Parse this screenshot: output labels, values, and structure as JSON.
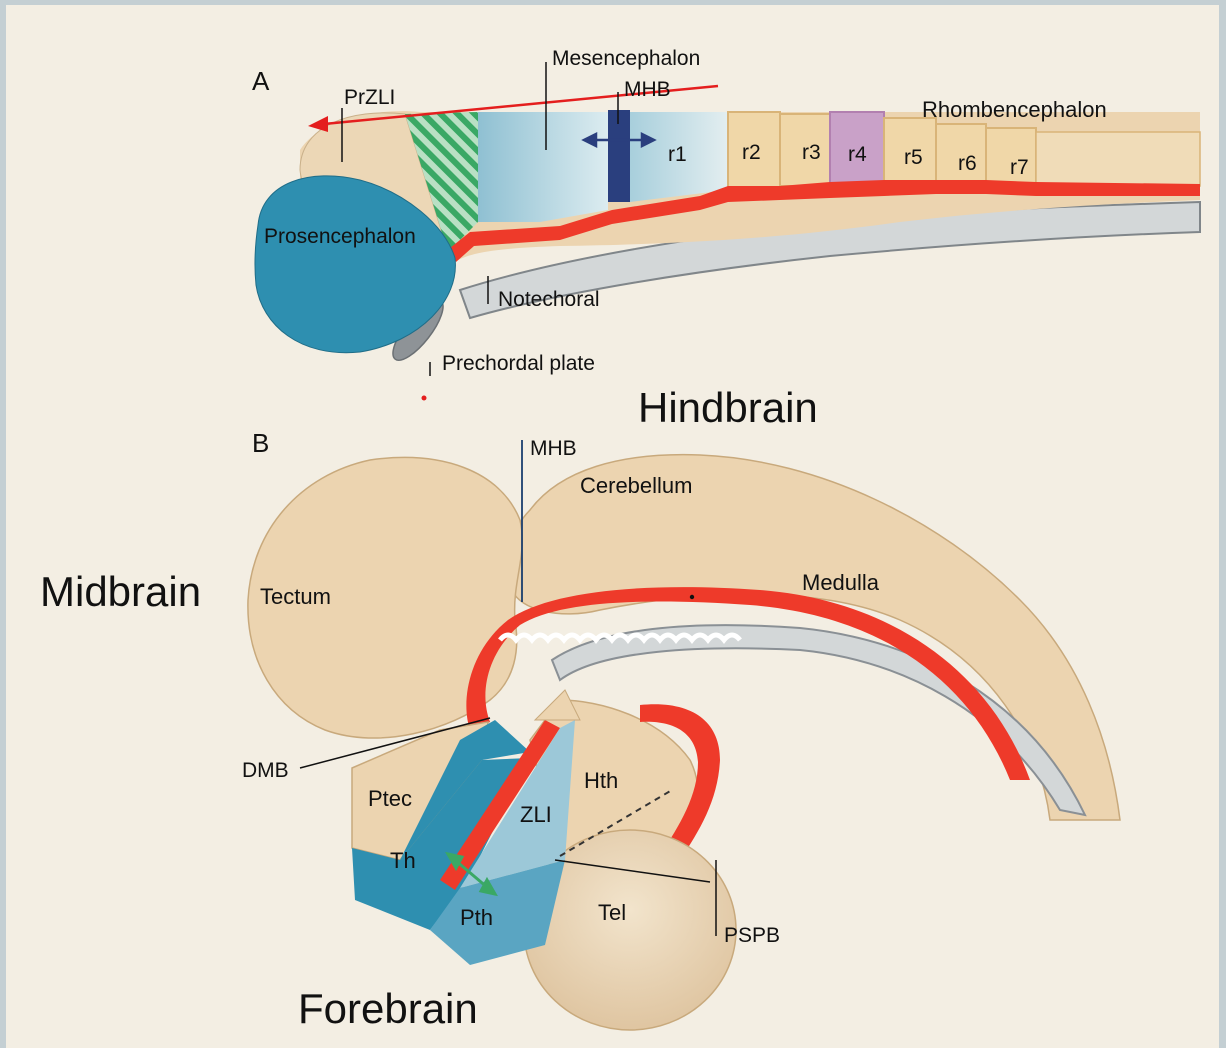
{
  "panel_a": {
    "letter": "A",
    "labels": {
      "mesencephalon": "Mesencephalon",
      "mhb": "MHB",
      "przli": "PrZLI",
      "rhombencephalon": "Rhombencephalon",
      "prosencephalon": "Prosencephalon",
      "notechoral": "Notechoral",
      "prechordal_plate": "Prechordal plate"
    },
    "rhombomeres": [
      "r1",
      "r2",
      "r3",
      "r4",
      "r5",
      "r6",
      "r7"
    ]
  },
  "panel_b": {
    "letter": "B",
    "labels": {
      "mhb": "MHB",
      "cerebellum": "Cerebellum",
      "medulla": "Medulla",
      "tectum": "Tectum",
      "dmb": "DMB",
      "ptec": "Ptec",
      "hth": "Hth",
      "zli": "ZLI",
      "th": "Th",
      "pth": "Pth",
      "tel": "Tel",
      "pspb": "PSPB"
    }
  },
  "overlays": {
    "hindbrain": "Hindbrain",
    "midbrain": "Midbrain",
    "forebrain": "Forebrain"
  },
  "colors": {
    "page": "#f4efe4",
    "tissue": "#e8cfa9",
    "prosencephalon_teal": "#2e8fb0",
    "mesencephalon_blue": "#bfdde6",
    "mhb_navy": "#2a3f7e",
    "r4_pink": "#c9a1c8",
    "hatched_green": "#3aa865",
    "floor_red": "#ee3a2a",
    "arrow_red": "#e41e1e",
    "notochord_gray": "#8e9397"
  }
}
